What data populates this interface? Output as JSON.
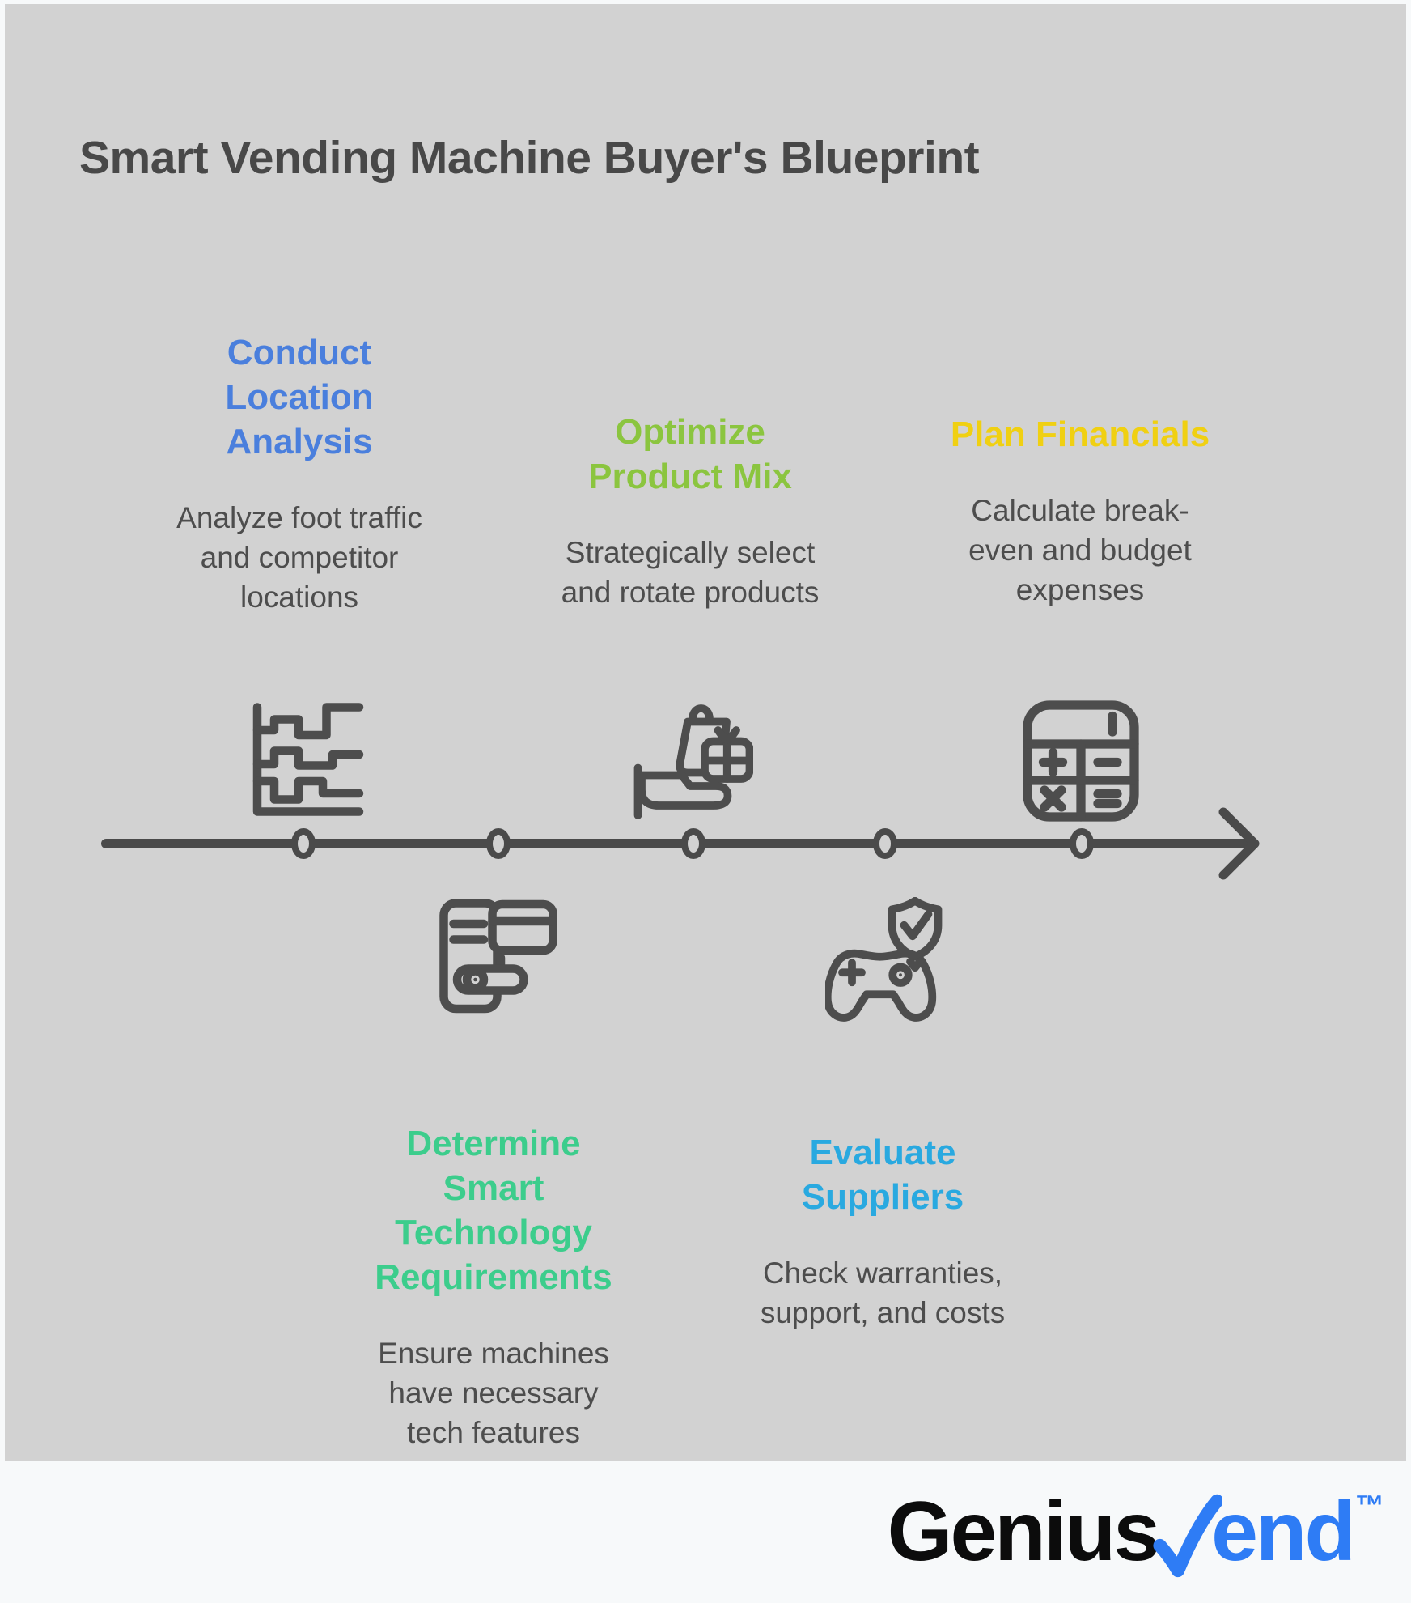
{
  "title": "Smart Vending Machine Buyer's Blueprint",
  "timeline": {
    "node_count": 5,
    "direction": "left-to-right",
    "arrow": "right"
  },
  "steps": [
    {
      "label": "Conduct Location Analysis",
      "heading_lines": [
        "Conduct",
        "Location",
        "Analysis"
      ],
      "description": "Analyze foot traffic and competitor locations",
      "desc_lines": [
        "Analyze foot traffic",
        "and competitor",
        "locations"
      ],
      "color": "#4a7fdd",
      "icon": "step-area-chart-icon",
      "position": "above-timeline"
    },
    {
      "label": "Determine Smart Technology Requirements",
      "heading_lines": [
        "Determine",
        "Smart",
        "Technology",
        "Requirements"
      ],
      "description": "Ensure machines have necessary tech features",
      "desc_lines": [
        "Ensure machines",
        "have necessary",
        "tech features"
      ],
      "color": "#3ccd8c",
      "icon": "vending-machine-card-icon",
      "position": "below-timeline"
    },
    {
      "label": "Optimize Product Mix",
      "heading_lines": [
        "Optimize",
        "Product Mix"
      ],
      "description": "Strategically select and rotate products",
      "desc_lines": [
        "Strategically select",
        "and rotate products"
      ],
      "color": "#8bc53f",
      "icon": "hand-gift-shopping-bag-icon",
      "position": "above-timeline"
    },
    {
      "label": "Evaluate Suppliers",
      "heading_lines": [
        "Evaluate",
        "Suppliers"
      ],
      "description": "Check warranties, support, and costs",
      "desc_lines": [
        "Check warranties,",
        "support, and costs"
      ],
      "color": "#29a9e0",
      "icon": "gamepad-shield-check-icon",
      "position": "below-timeline"
    },
    {
      "label": "Plan Financials",
      "heading_lines": [
        "Plan Financials"
      ],
      "description": "Calculate break-even and budget expenses",
      "desc_lines": [
        "Calculate break-",
        "even and budget",
        "expenses"
      ],
      "color": "#f0d012",
      "icon": "calculator-icon",
      "position": "above-timeline"
    }
  ],
  "brand": {
    "prefix": "Genius",
    "suffix": "end",
    "trademark": "™"
  },
  "colors": {
    "page_bg": "#f7f9fa",
    "panel_bg": "#d2d2d2",
    "title_text": "#484848",
    "body_text": "#4d4d4d",
    "icon_stroke": "#4d4d4d",
    "timeline": "#4a4a4a",
    "logo_black": "#0c0c0c",
    "logo_blue": "#2e7cf5"
  }
}
